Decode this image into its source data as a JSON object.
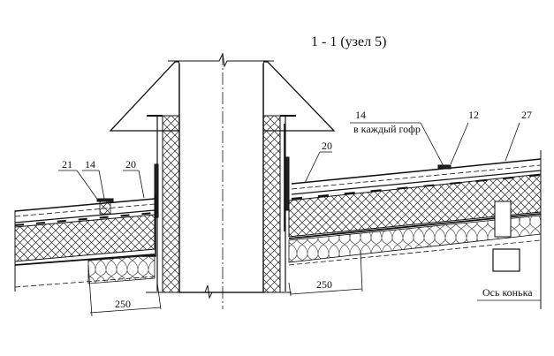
{
  "title": "1 - 1   (узел 5)",
  "callouts_left": [
    "21",
    "14",
    "20"
  ],
  "callouts_right": {
    "pos20": "20",
    "pos14": "14",
    "pos14_note": "в каждый гофр",
    "pos12": "12",
    "pos27": "27"
  },
  "dimensions": [
    "250",
    "250"
  ],
  "axis_label": "Ось конька",
  "colors": {
    "line": "#111111",
    "background": "#ffffff"
  }
}
